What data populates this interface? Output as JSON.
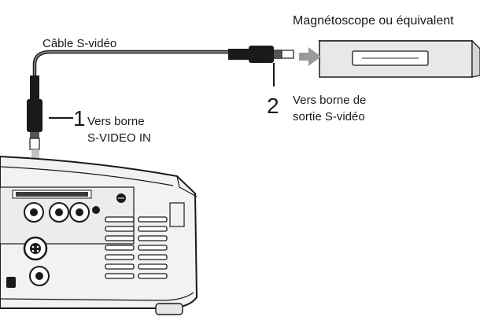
{
  "vcr_label": "Magnétoscope ou équivalent",
  "cable_label": "Câble S-vidéo",
  "step1": {
    "number": "1",
    "line1": "Vers borne",
    "line2": "S-VIDEO IN"
  },
  "step2": {
    "number": "2",
    "line1": "Vers borne de",
    "line2": "sortie S-vidéo"
  },
  "colors": {
    "ink": "#1a1a1a",
    "arrow": "#9a9a9a",
    "device_fill": "#e8e8e8",
    "projector_fill": "#f2f2f2"
  }
}
